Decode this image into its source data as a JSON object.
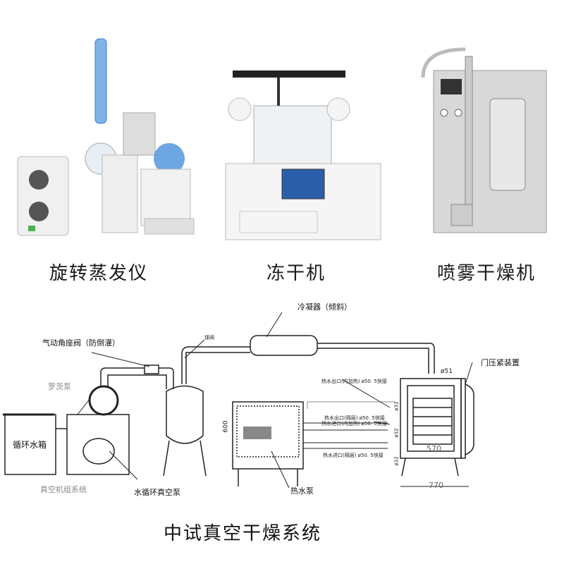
{
  "products": [
    {
      "label": "旋转蒸发仪"
    },
    {
      "label": "冻干机"
    },
    {
      "label": "喷雾干燥机"
    }
  ],
  "diagram": {
    "title": "中试真空干燥系统",
    "labels": {
      "condenser": "冷凝器（倾斜）",
      "angle_valve": "气动角座阀（防倒灌）",
      "ball_valve": "球阀",
      "roots_pump": "罗茨泵",
      "water_tank": "循环水箱",
      "vacuum_unit": "真空机组系统",
      "water_ring_pump": "水循环真空泵",
      "hot_water_pump": "热水泵",
      "door_clamp": "门压紧装置",
      "outlet_inner": "热水出口(内加热) ø50. 5快接",
      "outlet_shelf": "热水出口(隔层) ø50. 5快接",
      "inlet_inner": "热水进口(内加热) ø50. 5快接",
      "inlet_shelf": "热水进口(隔层) ø50. 5快接",
      "dim_51": "ø51",
      "dim_32a": "ø32",
      "dim_32b": "ø32",
      "dim_32c": "ø32",
      "dim_570": "570",
      "dim_770": "770",
      "dim_600": "600"
    }
  }
}
